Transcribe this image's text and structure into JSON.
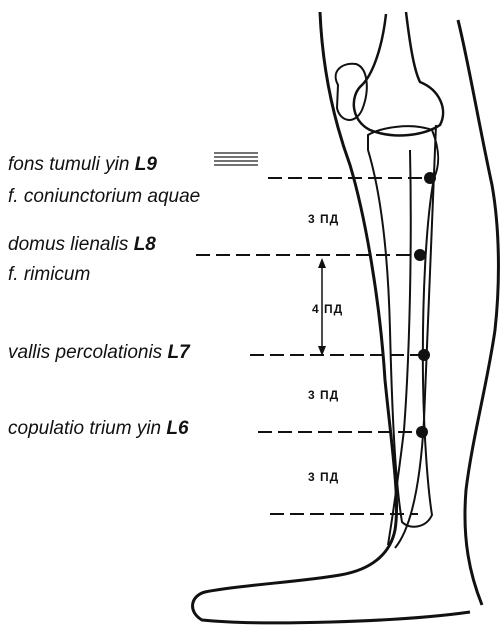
{
  "points": [
    {
      "name": "fons tumuli yin",
      "code": "L9",
      "alt_name": "f. coniunctorium aquae"
    },
    {
      "name": "domus lienalis",
      "code": "L8",
      "alt_name": "f. rimicum"
    },
    {
      "name": "vallis percolationis",
      "code": "L7"
    },
    {
      "name": "copulatio trium yin",
      "code": "L6"
    }
  ],
  "distances": [
    "3 ПД",
    "4 ПД",
    "3 ПД",
    "3 ПД"
  ]
}
